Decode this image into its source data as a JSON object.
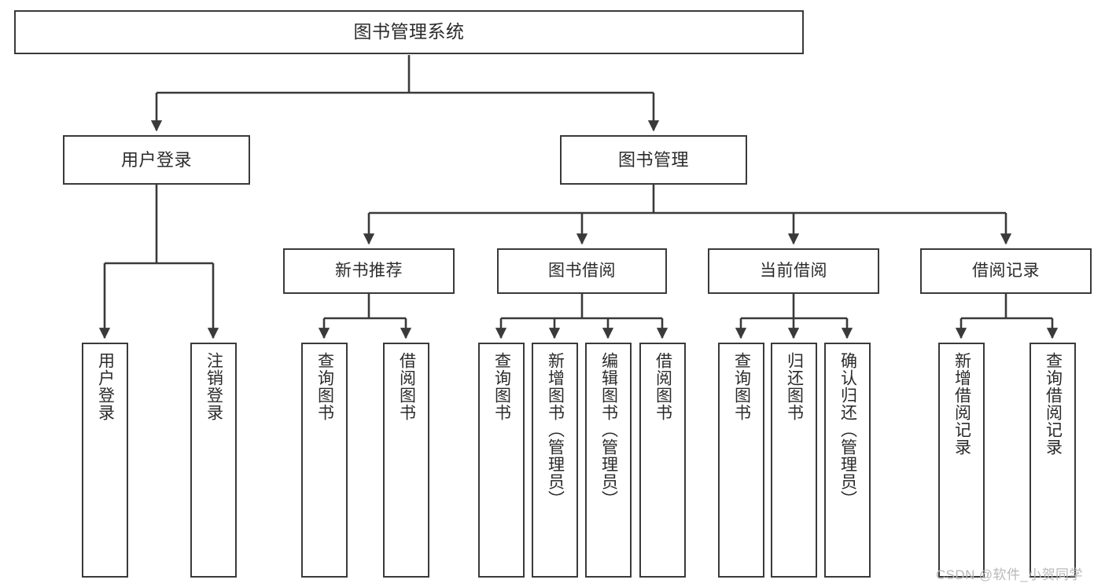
{
  "diagram": {
    "title": "图书管理系统",
    "type": "functional-structure-tree",
    "orientation": "top-down",
    "line_color": "#3a3a3a",
    "box_fill": "#ffffff",
    "text_color": "#2b2b2b"
  },
  "nodes": {
    "root": {
      "label": "图书管理系统"
    },
    "level2": [
      {
        "id": "user-login",
        "label": "用户登录"
      },
      {
        "id": "book-manage",
        "label": "图书管理"
      }
    ],
    "level3": [
      {
        "id": "new-book-recommend",
        "label": "新书推荐"
      },
      {
        "id": "book-borrow",
        "label": "图书借阅"
      },
      {
        "id": "current-borrow",
        "label": "当前借阅"
      },
      {
        "id": "borrow-record",
        "label": "借阅记录"
      }
    ],
    "leaves": {
      "user_login": [
        {
          "id": "leaf-user-login",
          "label": "用户登录"
        },
        {
          "id": "leaf-logout-login",
          "label": "注销登录"
        }
      ],
      "new_book_recommend": [
        {
          "id": "leaf-query-book-1",
          "label": "查询图书"
        },
        {
          "id": "leaf-borrow-book-1",
          "label": "借阅图书"
        }
      ],
      "book_borrow": [
        {
          "id": "leaf-query-book-2",
          "label": "查询图书"
        },
        {
          "id": "leaf-add-book",
          "label": "新增图书（管理员）"
        },
        {
          "id": "leaf-edit-book",
          "label": "编辑图书（管理员）"
        },
        {
          "id": "leaf-borrow-book-2",
          "label": "借阅图书"
        }
      ],
      "current_borrow": [
        {
          "id": "leaf-query-book-3",
          "label": "查询图书"
        },
        {
          "id": "leaf-return-book",
          "label": "归还图书"
        },
        {
          "id": "leaf-confirm-return",
          "label": "确认归还（管理员）"
        }
      ],
      "borrow_record": [
        {
          "id": "leaf-add-record",
          "label": "新增借阅记录"
        },
        {
          "id": "leaf-query-record",
          "label": "查询借阅记录"
        }
      ]
    }
  },
  "watermark": {
    "text": "CSDN @软件_小贺同学"
  }
}
